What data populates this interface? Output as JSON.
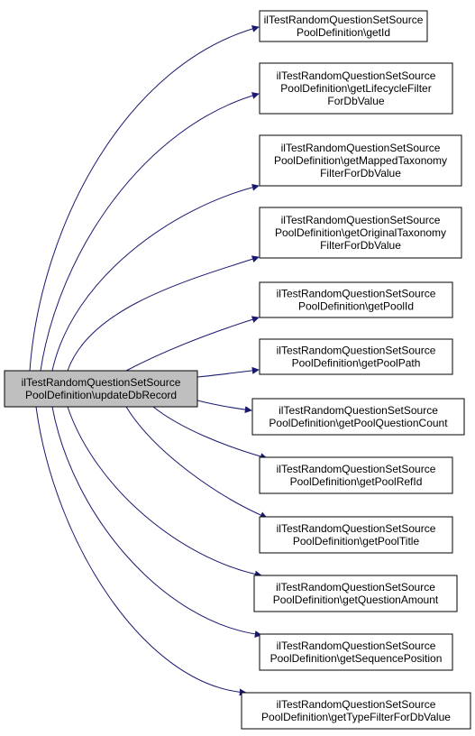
{
  "colors": {
    "edge": "#191970",
    "node_border": "#000000",
    "node_fill": "#ffffff",
    "root_fill": "#bfbfbf",
    "text": "#000000"
  },
  "root": {
    "lines": [
      "ilTestRandomQuestionSetSource",
      "PoolDefinition\\updateDbRecord"
    ]
  },
  "callees": [
    {
      "name": "get-id",
      "lines": [
        "ilTestRandomQuestionSetSource",
        "PoolDefinition\\getId"
      ]
    },
    {
      "name": "get-lifecycle-filter-for-db-value",
      "lines": [
        "ilTestRandomQuestionSetSource",
        "PoolDefinition\\getLifecycleFilter",
        "ForDbValue"
      ]
    },
    {
      "name": "get-mapped-taxonomy-filter-for-db-value",
      "lines": [
        "ilTestRandomQuestionSetSource",
        "PoolDefinition\\getMappedTaxonomy",
        "FilterForDbValue"
      ]
    },
    {
      "name": "get-original-taxonomy-filter-for-db-value",
      "lines": [
        "ilTestRandomQuestionSetSource",
        "PoolDefinition\\getOriginalTaxonomy",
        "FilterForDbValue"
      ]
    },
    {
      "name": "get-pool-id",
      "lines": [
        "ilTestRandomQuestionSetSource",
        "PoolDefinition\\getPoolId"
      ]
    },
    {
      "name": "get-pool-path",
      "lines": [
        "ilTestRandomQuestionSetSource",
        "PoolDefinition\\getPoolPath"
      ]
    },
    {
      "name": "get-pool-question-count",
      "lines": [
        "ilTestRandomQuestionSetSource",
        "PoolDefinition\\getPoolQuestionCount"
      ]
    },
    {
      "name": "get-pool-ref-id",
      "lines": [
        "ilTestRandomQuestionSetSource",
        "PoolDefinition\\getPoolRefId"
      ]
    },
    {
      "name": "get-pool-title",
      "lines": [
        "ilTestRandomQuestionSetSource",
        "PoolDefinition\\getPoolTitle"
      ]
    },
    {
      "name": "get-question-amount",
      "lines": [
        "ilTestRandomQuestionSetSource",
        "PoolDefinition\\getQuestionAmount"
      ]
    },
    {
      "name": "get-sequence-position",
      "lines": [
        "ilTestRandomQuestionSetSource",
        "PoolDefinition\\getSequencePosition"
      ]
    },
    {
      "name": "get-type-filter-for-db-value",
      "lines": [
        "ilTestRandomQuestionSetSource",
        "PoolDefinition\\getTypeFilterForDbValue"
      ]
    }
  ]
}
